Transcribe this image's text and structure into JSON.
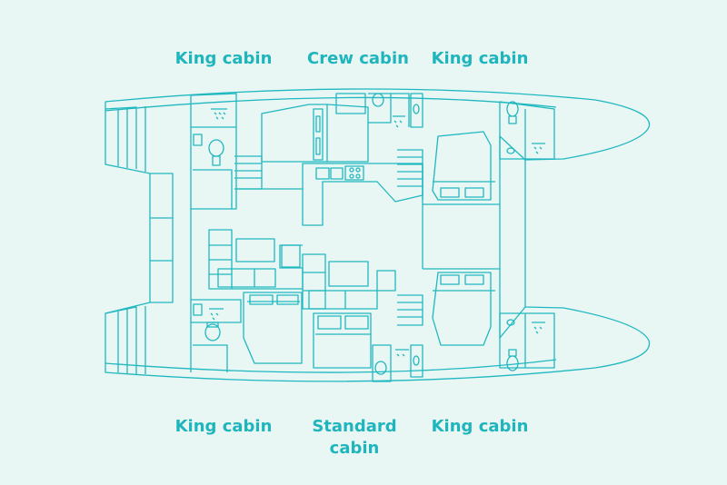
{
  "labels": {
    "top_left": "King cabin",
    "top_center": "Crew cabin",
    "top_right": "King cabin",
    "bottom_left": "King cabin",
    "bottom_center": "Standard cabin",
    "bottom_right": "King cabin"
  },
  "colors": {
    "background": "#e8f6f4",
    "accent": "#20b8c0"
  }
}
